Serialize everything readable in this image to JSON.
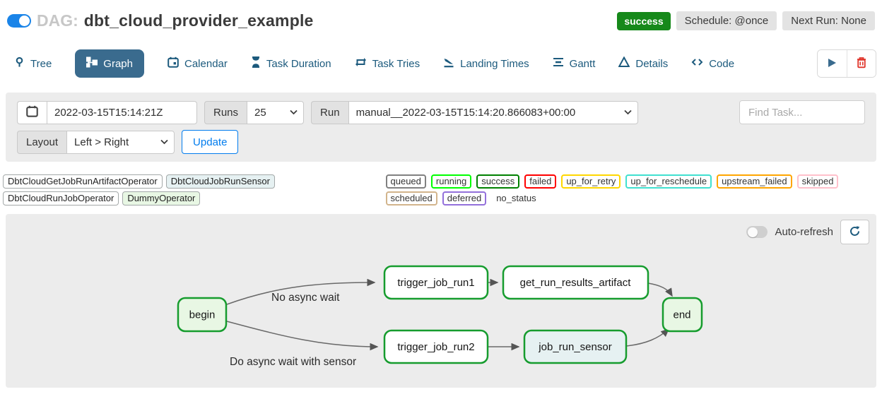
{
  "header": {
    "toggle_on": true,
    "dag_prefix": "DAG:",
    "dag_title": "dbt_cloud_provider_example",
    "status_badge": "success",
    "schedule_badge": "Schedule: @once",
    "next_run_badge": "Next Run: None"
  },
  "tabs": [
    {
      "label": "Tree",
      "active": false
    },
    {
      "label": "Graph",
      "active": true
    },
    {
      "label": "Calendar",
      "active": false
    },
    {
      "label": "Task Duration",
      "active": false
    },
    {
      "label": "Task Tries",
      "active": false
    },
    {
      "label": "Landing Times",
      "active": false
    },
    {
      "label": "Gantt",
      "active": false
    },
    {
      "label": "Details",
      "active": false
    },
    {
      "label": "Code",
      "active": false
    }
  ],
  "filters": {
    "execution_date": "2022-03-15T15:14:21Z",
    "runs_label": "Runs",
    "runs_value": "25",
    "run_label": "Run",
    "run_value": "manual__2022-03-15T15:14:20.866083+00:00",
    "find_task_placeholder": "Find Task...",
    "layout_label": "Layout",
    "layout_value": "Left > Right",
    "update_label": "Update"
  },
  "legend": {
    "operators": [
      {
        "label": "DbtCloudGetJobRunArtifactOperator",
        "color": "#ffffff"
      },
      {
        "label": "DbtCloudJobRunSensor",
        "color": "#e6f1f2"
      },
      {
        "label": "DbtCloudRunJobOperator",
        "color": "#ffffff"
      },
      {
        "label": "DummyOperator",
        "color": "#e8f7e4"
      }
    ],
    "statuses": [
      {
        "label": "queued",
        "color": "#808080"
      },
      {
        "label": "running",
        "color": "#00ff00"
      },
      {
        "label": "success",
        "color": "#008000"
      },
      {
        "label": "failed",
        "color": "#ff0000"
      },
      {
        "label": "up_for_retry",
        "color": "#ffd700"
      },
      {
        "label": "up_for_reschedule",
        "color": "#40e0d0"
      },
      {
        "label": "upstream_failed",
        "color": "#ffa500"
      },
      {
        "label": "skipped",
        "color": "#ffc0cb"
      },
      {
        "label": "scheduled",
        "color": "#d2b48c"
      },
      {
        "label": "deferred",
        "color": "#9370db"
      },
      {
        "label": "no_status",
        "color": null
      }
    ]
  },
  "graph": {
    "auto_refresh_label": "Auto-refresh",
    "auto_refresh_on": false,
    "nodes": [
      {
        "label": "begin",
        "fill": "#e8f7e4",
        "state": "success"
      },
      {
        "label": "trigger_job_run1",
        "fill": "#ffffff",
        "state": "success"
      },
      {
        "label": "get_run_results_artifact",
        "fill": "#ffffff",
        "state": "success"
      },
      {
        "label": "end",
        "fill": "#e8f7e4",
        "state": "success"
      },
      {
        "label": "trigger_job_run2",
        "fill": "#ffffff",
        "state": "success"
      },
      {
        "label": "job_run_sensor",
        "fill": "#e6f1f2",
        "state": "success"
      }
    ],
    "edges": [
      {
        "from": "begin",
        "to": "trigger_job_run1",
        "label": "No async wait"
      },
      {
        "from": "begin",
        "to": "trigger_job_run2",
        "label": "Do async wait with sensor"
      },
      {
        "from": "trigger_job_run1",
        "to": "get_run_results_artifact",
        "label": ""
      },
      {
        "from": "get_run_results_artifact",
        "to": "end",
        "label": ""
      },
      {
        "from": "trigger_job_run2",
        "to": "job_run_sensor",
        "label": ""
      },
      {
        "from": "job_run_sensor",
        "to": "end",
        "label": ""
      }
    ]
  },
  "colors": {
    "accent_blue": "#017cee",
    "toggle_blue": "#1a84e8",
    "active_tab_bg": "#3a6b8e",
    "tab_text": "#1c5a7d",
    "success_badge": "#16891a",
    "node_border_green": "#169c2e",
    "panel_bg": "#ececec",
    "edge_gray": "#696969",
    "trash_red": "#e0352b"
  }
}
